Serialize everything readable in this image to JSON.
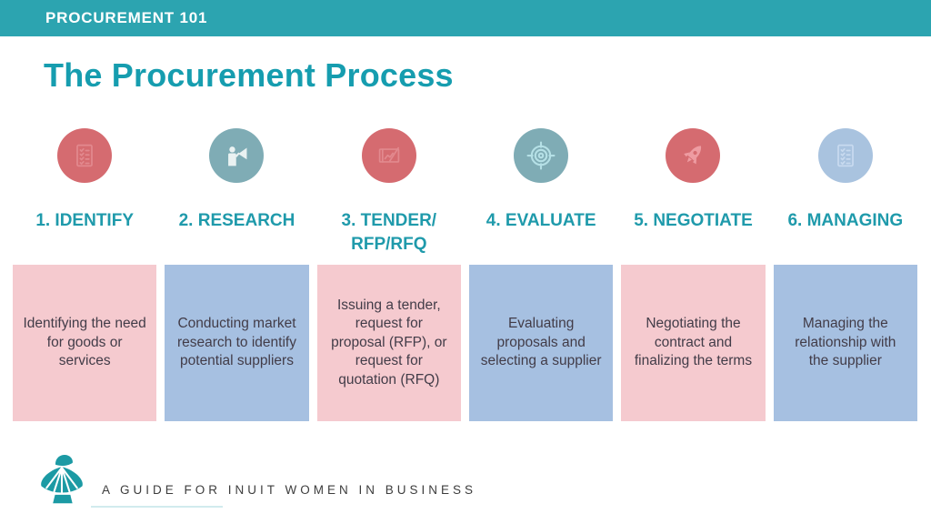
{
  "banner": {
    "label": "PROCUREMENT 101"
  },
  "title": "The Procurement Process",
  "steps": [
    {
      "label": "1. IDENTIFY",
      "description": "Identifying the need for goods or services",
      "icon": "checklist-icon",
      "circle_color": "#D56B70",
      "box_color": "#F5CACF"
    },
    {
      "label": "2. RESEARCH",
      "description": "Conducting market research to identify potential suppliers",
      "icon": "megaphone-person-icon",
      "circle_color": "#7FACB5",
      "box_color": "#A6C0E1"
    },
    {
      "label": "3. TENDER/ RFP/RFQ",
      "description": "Issuing a tender, request for proposal (RFP), or request for quotation (RFQ)",
      "icon": "blueprint-chart-icon",
      "circle_color": "#D56B70",
      "box_color": "#F5CACF"
    },
    {
      "label": "4. EVALUATE",
      "description": "Evaluating proposals and selecting a supplier",
      "icon": "target-icon",
      "circle_color": "#7FACB5",
      "box_color": "#A6C0E1"
    },
    {
      "label": "5. NEGOTIATE",
      "description": "Negotiating the contract and finalizing the terms",
      "icon": "rocket-icon",
      "circle_color": "#D56B70",
      "box_color": "#F5CACF"
    },
    {
      "label": "6. MANAGING",
      "description": "Managing the relationship with the supplier",
      "icon": "checklist-icon",
      "circle_color": "#A9C3DF",
      "box_color": "#A6C0E1"
    }
  ],
  "footer": {
    "tagline": "A GUIDE FOR INUIT WOMEN IN BUSINESS",
    "logo": "amauti-logo"
  },
  "colors": {
    "brand_teal": "#2CA4B0",
    "title_teal": "#169DAF",
    "step_label_teal": "#1F9AAB",
    "circle_red": "#D56B70",
    "circle_teal": "#7FACB5",
    "circle_blue": "#A9C3DF",
    "box_pink": "#F5CACF",
    "box_blue": "#A6C0E1",
    "body_text": "#423C48",
    "logo_teal": "#1C9AA4"
  }
}
